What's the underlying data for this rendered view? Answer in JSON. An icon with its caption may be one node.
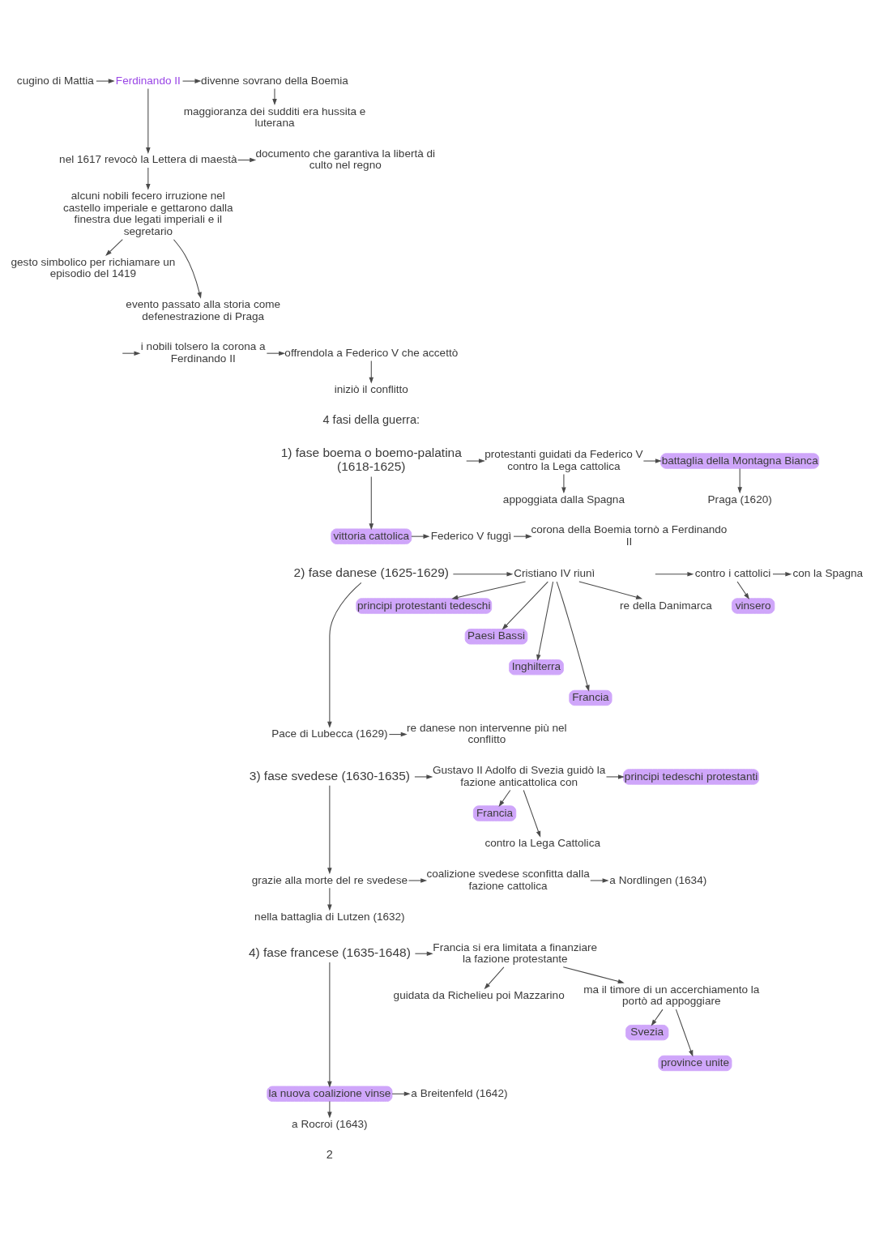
{
  "diagram": {
    "nodes": [
      {
        "text": [
          "cugino di Mattia"
        ]
      },
      {
        "text": [
          "Ferdinando II"
        ]
      },
      {
        "text": [
          "divenne sovrano della Boemia"
        ]
      },
      {
        "text": [
          "maggioranza dei sudditi era hussita e luterana"
        ]
      },
      {
        "text": [
          "nel 1617 revocò la Lettera di maestà"
        ]
      },
      {
        "text": [
          "documento che garantiva la libertà di culto nel regno"
        ]
      },
      {
        "text": [
          "alcuni nobili fecero irruzione nel castello imperiale e gettarono dalla finestra due legati imperiali e il segretario"
        ]
      },
      {
        "text": [
          "gesto simbolico per richiamare un episodio del 1419"
        ]
      },
      {
        "text": [
          "evento passato alla storia come defenestrazione di Praga"
        ]
      },
      {
        "text": [
          "i nobili tolsero la corona a Ferdinando II"
        ]
      },
      {
        "text": [
          "offrendola a Federico V che accettò"
        ]
      },
      {
        "text": [
          "iniziò il conflitto"
        ]
      },
      {
        "text": [
          "1) fase boema o boemo-palatina (1618-1625)"
        ]
      },
      {
        "text": [
          "protestanti guidati da Federico V contro la Lega cattolica"
        ]
      },
      {
        "text": [
          "battaglia della Montagna Bianca"
        ]
      },
      {
        "text": [
          "appoggiata dalla Spagna"
        ]
      },
      {
        "text": [
          "Praga (1620)"
        ]
      },
      {
        "text": [
          "vittoria cattolica"
        ]
      },
      {
        "text": [
          "Federico V fuggì"
        ]
      },
      {
        "text": [
          "corona della Boemia tornò a Ferdinando II"
        ]
      },
      {
        "text": [
          "2) fase danese (1625-1629)"
        ]
      },
      {
        "text": [
          "Cristiano IV riunì"
        ]
      },
      {
        "text": [
          "principi protestanti tedeschi"
        ]
      },
      {
        "text": [
          "Paesi Bassi"
        ]
      },
      {
        "text": [
          "Inghilterra"
        ]
      },
      {
        "text": [
          "Francia"
        ]
      },
      {
        "text": [
          "re della Danimarca"
        ]
      },
      {
        "text": [
          "contro i cattolici"
        ]
      },
      {
        "text": [
          "con la Spagna"
        ]
      },
      {
        "text": [
          "vinsero"
        ]
      },
      {
        "text": [
          "Pace di Lubecca (1629)"
        ]
      },
      {
        "text": [
          "re danese non intervenne più nel conflitto"
        ]
      },
      {
        "text": [
          "3) fase svedese (1630-1635)"
        ]
      },
      {
        "text": [
          "Gustavo II Adolfo di Svezia guidò la fazione anticattolica con"
        ]
      },
      {
        "text": [
          "principi tedeschi protestanti"
        ]
      },
      {
        "text": [
          "Francia"
        ]
      },
      {
        "text": [
          "contro la Lega Cattolica"
        ]
      },
      {
        "text": [
          "grazie alla morte del re svedese"
        ]
      },
      {
        "text": [
          "coalizione svedese sconfitta dalla fazione cattolica"
        ]
      },
      {
        "text": [
          "a Nordlingen (1634)"
        ]
      },
      {
        "text": [
          "nella battaglia di Lutzen (1632)"
        ]
      },
      {
        "text": [
          "4) fase francese (1635-1648)"
        ]
      },
      {
        "text": [
          "Francia si era limitata a finanziare la fazione protestante"
        ]
      },
      {
        "text": [
          "guidata da Richelieu poi Mazzarino"
        ]
      },
      {
        "text": [
          "ma il timore di un accerchiamento la portò ad appoggiare"
        ]
      },
      {
        "text": [
          "Svezia"
        ]
      },
      {
        "text": [
          "province unite"
        ]
      },
      {
        "text": [
          "la nuova coalizione vinse"
        ]
      },
      {
        "text": [
          "a Breitenfeld (1642)"
        ]
      },
      {
        "text": [
          "a Rocroi (1643)"
        ]
      }
    ],
    "edges": [
      {
        "from": 0,
        "to": 1,
        "arrow": "to"
      },
      {
        "from": 1,
        "to": 2,
        "arrow": "to"
      },
      {
        "from": 2,
        "to": 3,
        "arrow": "to"
      },
      {
        "from": 1,
        "to": 4,
        "arrow": "to"
      },
      {
        "from": 4,
        "to": 5,
        "arrow": "to"
      },
      {
        "from": 4,
        "to": 6,
        "arrow": "to"
      },
      {
        "from": 6,
        "to": 7,
        "arrow": "to"
      },
      {
        "from": 6,
        "to": 8,
        "arrow": "to"
      },
      {
        "from": null,
        "to": 9,
        "arrow": "to"
      },
      {
        "from": 9,
        "to": 10,
        "arrow": "to"
      },
      {
        "from": 10,
        "to": 11,
        "arrow": "to"
      },
      {
        "from": 12,
        "to": 13,
        "arrow": "to"
      },
      {
        "from": 13,
        "to": 14,
        "arrow": "to"
      },
      {
        "from": 13,
        "to": 15,
        "arrow": "to"
      },
      {
        "from": 14,
        "to": 16,
        "arrow": "to"
      },
      {
        "from": 12,
        "to": 17,
        "arrow": "to"
      },
      {
        "from": 17,
        "to": 18,
        "arrow": "to"
      },
      {
        "from": 18,
        "to": 19,
        "arrow": "to"
      },
      {
        "from": 20,
        "to": 21,
        "arrow": "to"
      },
      {
        "from": 21,
        "to": 22,
        "arrow": "to"
      },
      {
        "from": 21,
        "to": 23,
        "arrow": "to"
      },
      {
        "from": 21,
        "to": 24,
        "arrow": "to"
      },
      {
        "from": 21,
        "to": 25,
        "arrow": "to"
      },
      {
        "from": 21,
        "to": 26,
        "arrow": "to"
      },
      {
        "from": null,
        "to": 27,
        "arrow": "to"
      },
      {
        "from": 27,
        "to": 28,
        "arrow": "to"
      },
      {
        "from": 27,
        "to": 29,
        "arrow": "to"
      },
      {
        "from": 20,
        "to": 30,
        "arrow": "to"
      },
      {
        "from": 30,
        "to": 31,
        "arrow": "to"
      },
      {
        "from": 32,
        "to": 33,
        "arrow": "to"
      },
      {
        "from": 33,
        "to": 34,
        "arrow": "to"
      },
      {
        "from": 33,
        "to": 35,
        "arrow": "to"
      },
      {
        "from": 33,
        "to": 36,
        "arrow": "to"
      },
      {
        "from": 32,
        "to": 37,
        "arrow": "to"
      },
      {
        "from": 37,
        "to": 38,
        "arrow": "to"
      },
      {
        "from": 38,
        "to": 39,
        "arrow": "to"
      },
      {
        "from": 37,
        "to": 40,
        "arrow": "to"
      },
      {
        "from": 41,
        "to": 42,
        "arrow": "to"
      },
      {
        "from": 42,
        "to": 43,
        "arrow": "to"
      },
      {
        "from": 42,
        "to": 44,
        "arrow": "to"
      },
      {
        "from": 44,
        "to": 45,
        "arrow": "to"
      },
      {
        "from": 44,
        "to": 46,
        "arrow": "to"
      },
      {
        "from": 41,
        "to": 47,
        "arrow": "to"
      },
      {
        "from": 47,
        "to": 48,
        "arrow": "to"
      },
      {
        "from": 47,
        "to": 49,
        "arrow": "to"
      }
    ],
    "labels": [
      "4 fasi della guerra:",
      "2"
    ]
  }
}
